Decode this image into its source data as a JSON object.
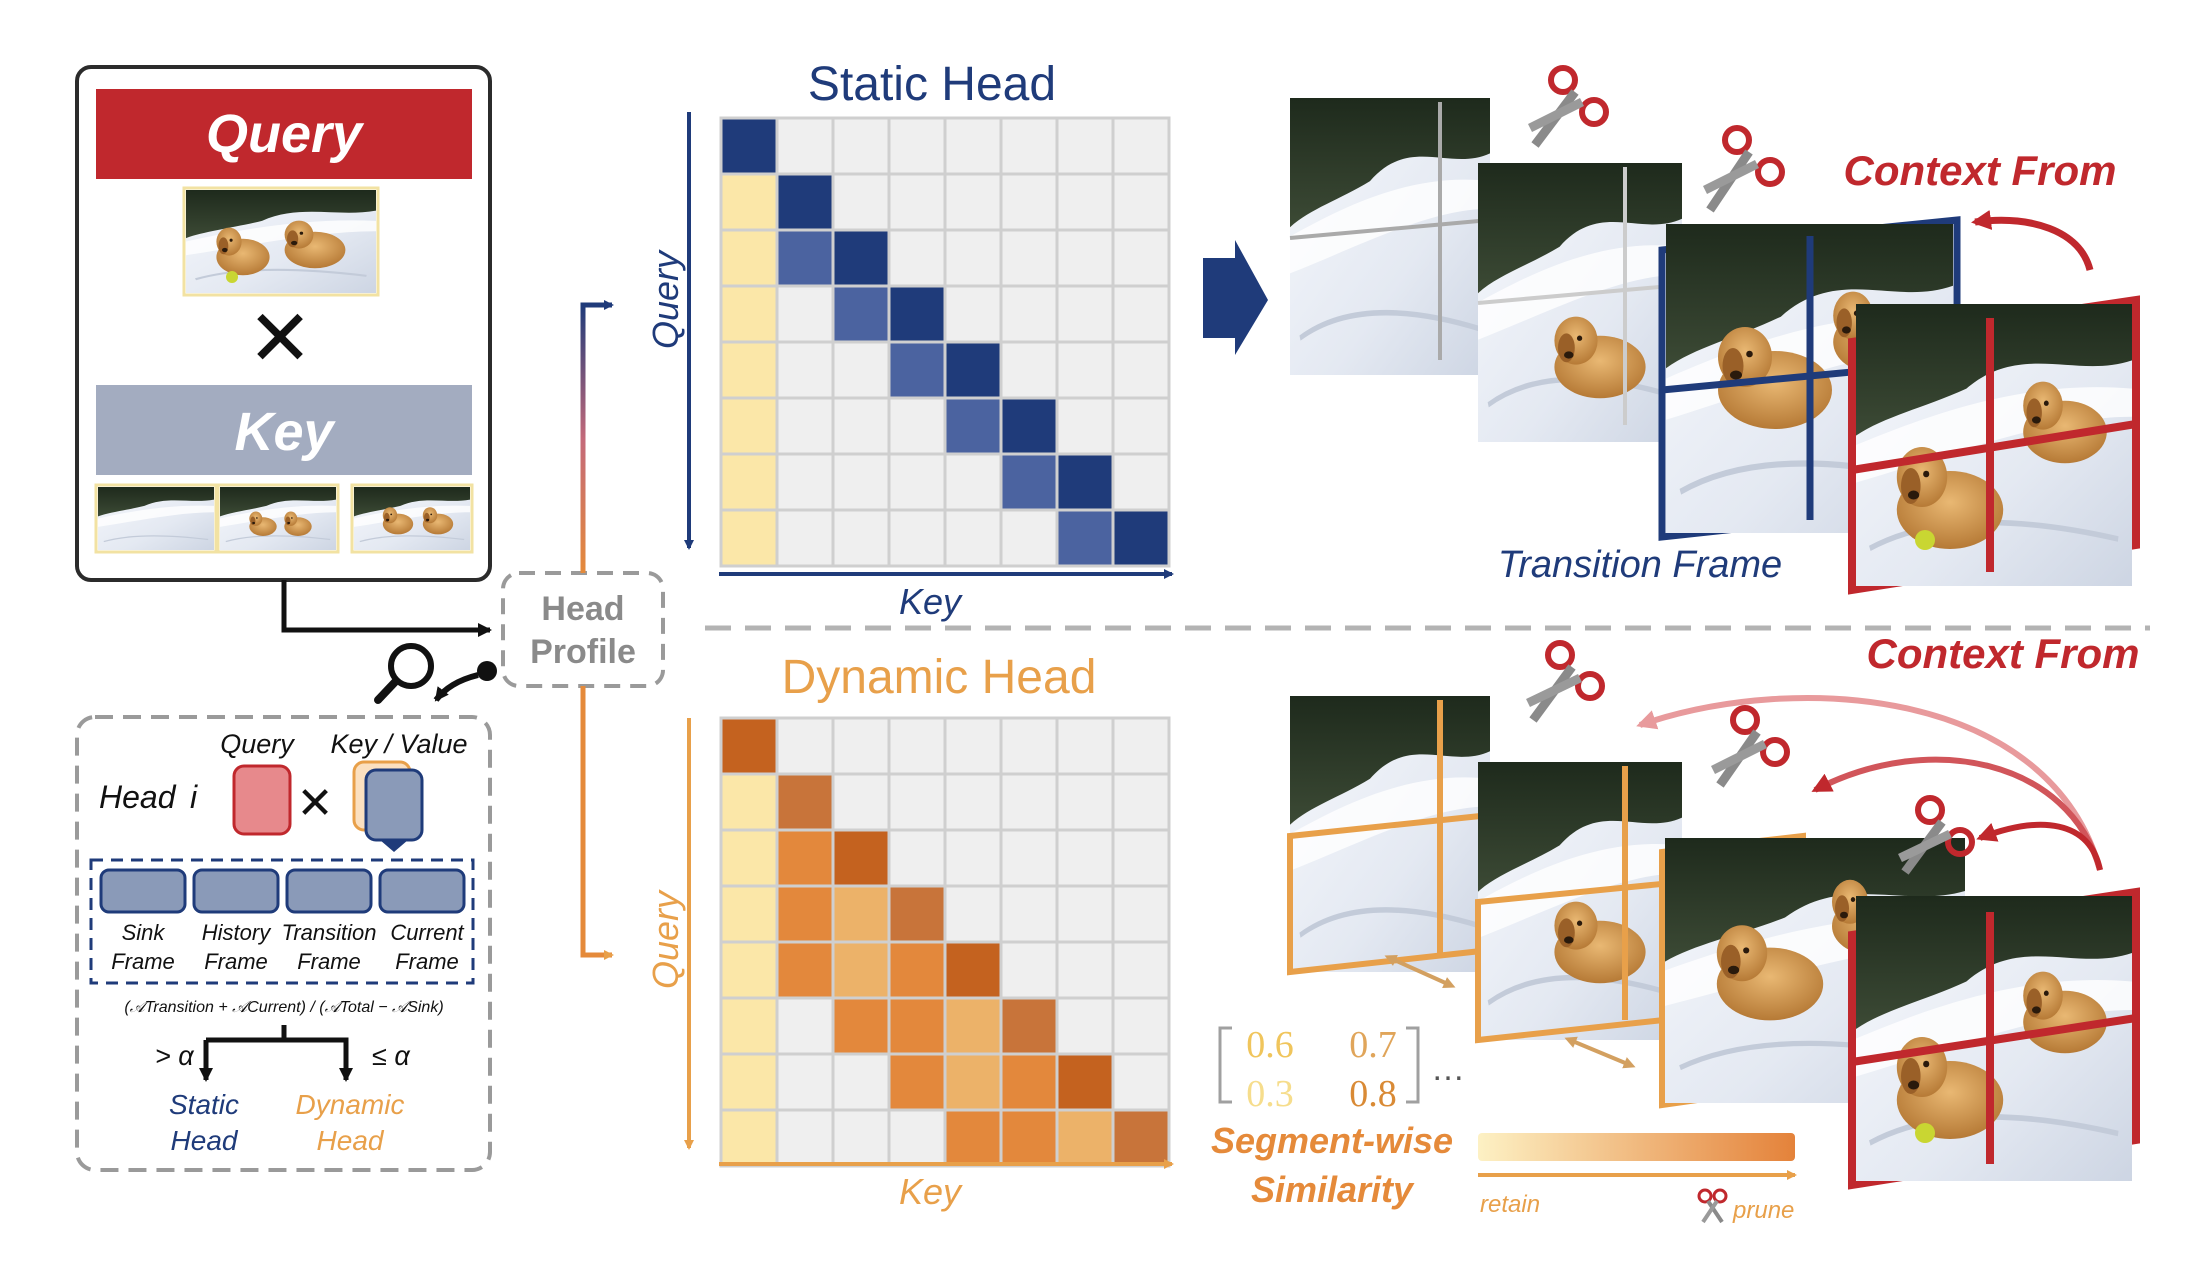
{
  "colors": {
    "navy": "#1f3b7a",
    "red": "#c0282d",
    "orange": "#e8a04a",
    "grey_key": "#a3acc0",
    "sink_yellow": "#fbe7a8",
    "cell_empty": "#efefef",
    "cell_border": "#cfcfcf"
  },
  "query_box": {
    "query_label": "Query",
    "times_symbol": "✕",
    "key_label": "Key"
  },
  "head_profile": {
    "line1": "Head",
    "line2": "Profile"
  },
  "profile_panel": {
    "query_label": "Query",
    "kv_label": "Key / Value",
    "head_label": "Head",
    "head_index": "i",
    "times_symbol": "✕",
    "frames": [
      {
        "line1": "Sink",
        "line2": "Frame"
      },
      {
        "line1": "History",
        "line2": "Frame"
      },
      {
        "line1": "Transition",
        "line2": "Frame"
      },
      {
        "line1": "Current",
        "line2": "Frame"
      }
    ],
    "formula": "(𝒜Transition + 𝒜Current) / (𝒜Total − 𝒜Sink)",
    "gt_label": "> α",
    "le_label": "≤ α",
    "static_line1": "Static",
    "static_line2": "Head",
    "dynamic_line1": "Dynamic",
    "dynamic_line2": "Head"
  },
  "static_head": {
    "title": "Static Head",
    "query_axis": "Query",
    "key_axis": "Key",
    "grid_size": 8,
    "sink_column": 0,
    "diagonal_strong": [
      [
        0,
        0
      ],
      [
        1,
        1
      ],
      [
        2,
        2
      ],
      [
        3,
        3
      ],
      [
        4,
        4
      ],
      [
        5,
        5
      ],
      [
        6,
        6
      ],
      [
        7,
        7
      ]
    ],
    "diagonal_mid": [
      [
        2,
        1
      ],
      [
        3,
        2
      ],
      [
        4,
        3
      ],
      [
        5,
        4
      ],
      [
        6,
        5
      ],
      [
        7,
        6
      ]
    ]
  },
  "dynamic_head": {
    "title": "Dynamic Head",
    "query_axis": "Query",
    "key_axis": "Key",
    "grid_size": 8
  },
  "right_top": {
    "context_from": "Context From",
    "transition_frame": "Transition Frame"
  },
  "right_bottom": {
    "context_from": "Context From",
    "matrix": [
      [
        "0.6",
        "0.7"
      ],
      [
        "0.3",
        "0.8"
      ]
    ],
    "ellipsis": "…",
    "similarity_line1": "Segment-wise",
    "similarity_line2": "Similarity",
    "retain": "retain",
    "prune": "prune"
  }
}
